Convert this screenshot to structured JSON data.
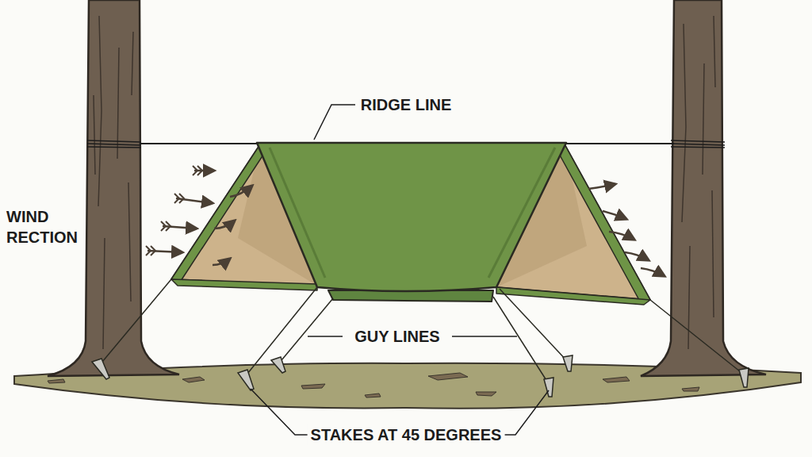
{
  "diagram": {
    "labels": [
      "RIDGE LINE",
      "WIND RECTION",
      "GUY LINES",
      "STAKES AT 45 DEGREES"
    ]
  }
}
